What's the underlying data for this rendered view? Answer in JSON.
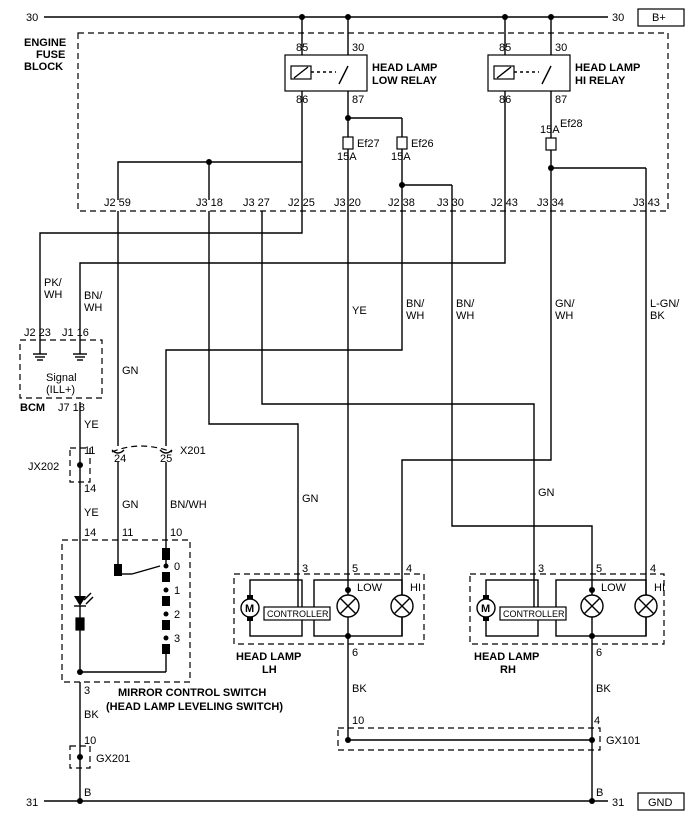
{
  "rails": {
    "top_left": "30",
    "top_right": "30",
    "top_tag": "B+",
    "bottom_left": "31",
    "bottom_right": "31",
    "bottom_tag": "GND"
  },
  "fuse_block": {
    "title_line1": "ENGINE",
    "title_line2": "FUSE",
    "title_line3": "BLOCK"
  },
  "relay_low": {
    "title_line1": "HEAD LAMP",
    "title_line2": "LOW RELAY",
    "pin_85": "85",
    "pin_30": "30",
    "pin_86": "86",
    "pin_87": "87"
  },
  "relay_hi": {
    "title_line1": "HEAD LAMP",
    "title_line2": "HI RELAY",
    "pin_85": "85",
    "pin_30": "30",
    "pin_86": "86",
    "pin_87": "87"
  },
  "fuses": {
    "ef27_name": "Ef27",
    "ef27_rating": "15A",
    "ef26_name": "Ef26",
    "ef26_rating": "15A",
    "ef28_name": "Ef28",
    "ef28_rating": "15A"
  },
  "fuse_block_connectors": {
    "c1": "J2 59",
    "c2": "J3 18",
    "c3": "J3 27",
    "c4": "J2 25",
    "c5": "J3 20",
    "c6": "J2 38",
    "c7": "J3 30",
    "c8": "J2 43",
    "c9": "J3 34",
    "c10": "J3 43"
  },
  "wires": {
    "pk_wh_1": "PK/",
    "pk_wh_2": "WH",
    "bn_wh_a1": "BN/",
    "bn_wh_a2": "WH",
    "ye_main": "YE",
    "bn_wh_b1": "BN/",
    "bn_wh_b2": "WH",
    "bn_wh_c1": "BN/",
    "bn_wh_c2": "WH",
    "gn_wh1": "GN/",
    "gn_wh2": "WH",
    "lgn_bk1": "L-GN/",
    "lgn_bk2": "BK",
    "gn_left": "GN",
    "gn_lh": "GN",
    "gn_rh": "GN",
    "ye_bcm": "YE",
    "ye_switch": "YE",
    "gn_switch": "GN",
    "bn_wh_switch": "BN/WH",
    "bk_lh": "BK",
    "bk_rh": "BK",
    "bk_switch": "BK"
  },
  "bcm": {
    "label": "BCM",
    "pin_j2_23": "J2 23",
    "pin_j1_16": "J1 16",
    "signal_line1": "Signal",
    "signal_line2": "(ILL+)",
    "pin_j7_18": "J7 18"
  },
  "jx202": {
    "label": "JX202",
    "pin_top": "11",
    "pin_bottom": "14"
  },
  "x201": {
    "label": "X201",
    "pin_24": "24",
    "pin_25": "25"
  },
  "mirror_switch": {
    "pin_14": "14",
    "pin_11": "11",
    "pin_10": "10",
    "pin_3": "3",
    "pos_0": "0",
    "pos_1": "1",
    "pos_2": "2",
    "pos_3": "3",
    "title_line1": "MIRROR CONTROL SWITCH",
    "title_line2": "(HEAD LAMP LEVELING SWITCH)"
  },
  "lamp_lh": {
    "pin_3": "3",
    "pin_5": "5",
    "pin_4": "4",
    "pin_6": "6",
    "motor": "M",
    "controller": "CONTROLLER",
    "low": "LOW",
    "hi": "HI",
    "title_line1": "HEAD LAMP",
    "title_line2": "LH"
  },
  "lamp_rh": {
    "pin_3": "3",
    "pin_5": "5",
    "pin_4": "4",
    "pin_6": "6",
    "motor": "M",
    "controller": "CONTROLLER",
    "low": "LOW",
    "hi": "HI",
    "title_line1": "HEAD LAMP",
    "title_line2": "RH"
  },
  "gx101": {
    "label": "GX101",
    "pin_10": "10",
    "pin_4": "4"
  },
  "gx201": {
    "label": "GX201",
    "pin_10": "10",
    "pin_b_left": "B",
    "pin_b_right": "B"
  }
}
